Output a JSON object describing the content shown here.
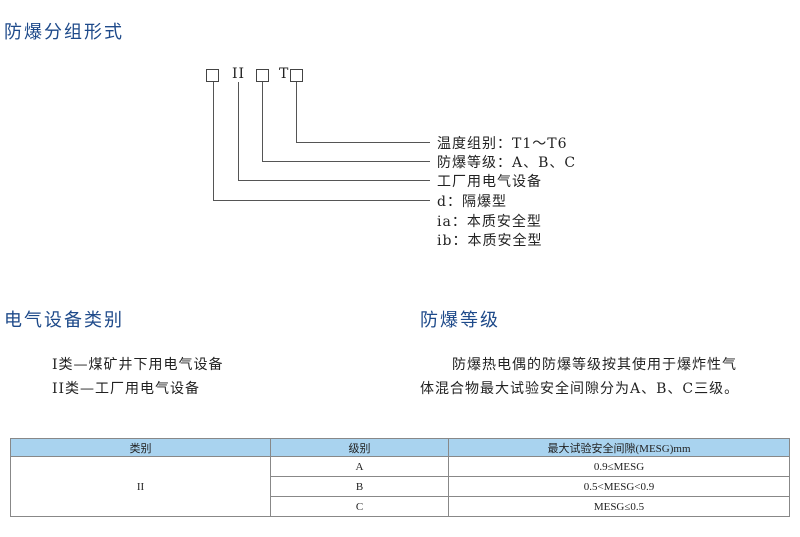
{
  "section1": {
    "title": "防爆分组形式",
    "code": {
      "part2": "II",
      "part4": "T"
    },
    "labels": [
      "温度组别：T1～T6",
      "防爆等级：A、B、C",
      "工厂用电气设备",
      "d：隔爆型",
      "ia：本质安全型",
      "ib：本质安全型"
    ]
  },
  "section2": {
    "title": "电气设备类别",
    "lines": [
      "I类—煤矿井下用电气设备",
      "II类—工厂用电气设备"
    ]
  },
  "section3": {
    "title": "防爆等级",
    "lines": [
      "防爆热电偶的防爆等级按其使用于爆炸性气",
      "体混合物最大试验安全间隙分为A、B、C三级。"
    ]
  },
  "table": {
    "headers": [
      "类别",
      "级别",
      "最大试验安全间隙(MESG)mm"
    ],
    "category": "II",
    "rows": [
      {
        "grade": "A",
        "mesg": "0.9≤MESG"
      },
      {
        "grade": "B",
        "mesg": "0.5<MESG<0.9"
      },
      {
        "grade": "C",
        "mesg": "MESG≤0.5"
      }
    ]
  },
  "colors": {
    "heading": "#1e4a8a",
    "table_header": "#a9d3ef"
  }
}
